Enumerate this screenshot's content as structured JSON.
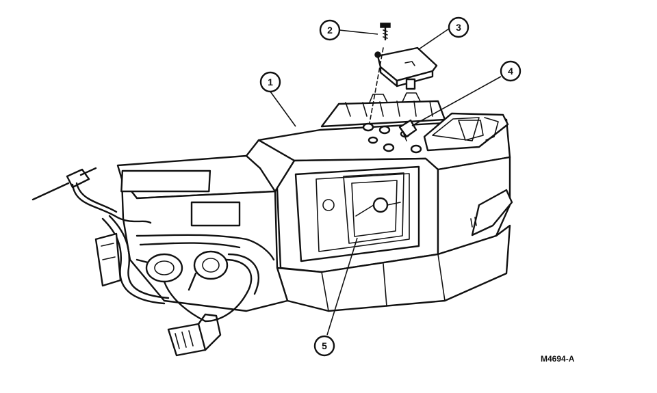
{
  "callouts": [
    {
      "label": "1"
    },
    {
      "label": "2"
    },
    {
      "label": "3"
    },
    {
      "label": "4"
    },
    {
      "label": "5"
    }
  ],
  "figure_id": "M4694-A"
}
